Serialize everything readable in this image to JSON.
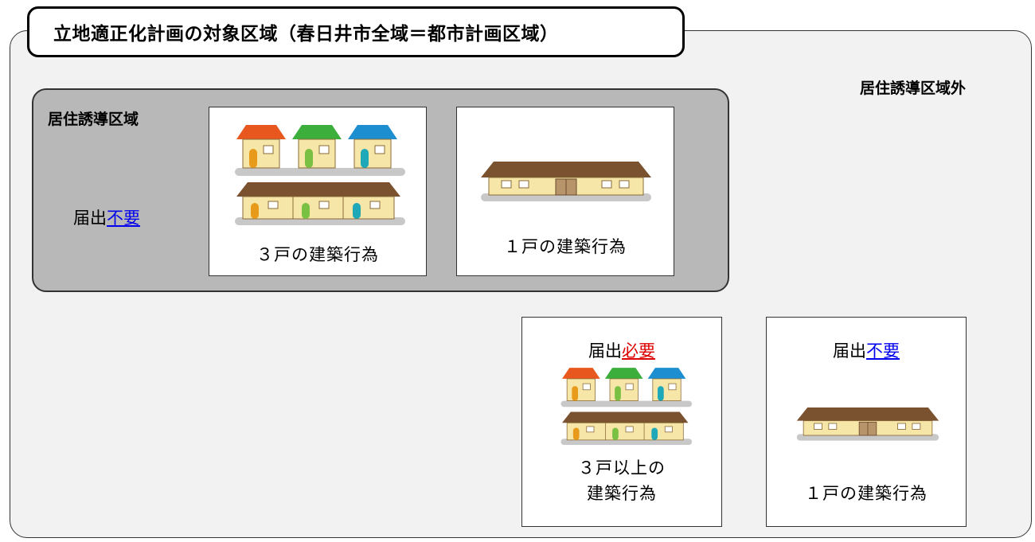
{
  "title": "立地適正化計画の対象区域（春日井市全域＝都市計画区域）",
  "outside_zone": {
    "label": "居住誘導区域外",
    "multi_card": {
      "notice_prefix": "届出",
      "notice_status": "必要",
      "caption_line1": "３戸以上の",
      "caption_line2": "建築行為"
    },
    "single_card": {
      "notice_prefix": "届出",
      "notice_status": "不要",
      "caption": "１戸の建築行為"
    }
  },
  "inside_zone": {
    "label": "居住誘導区域",
    "notice_prefix": "届出",
    "notice_status": "不要",
    "multi_card": {
      "caption": "３戸の建築行為"
    },
    "single_card": {
      "caption": "１戸の建築行為"
    }
  },
  "colors": {
    "required": "#dd0000",
    "not_required": "#0000ee",
    "roof_orange": "#e8581e",
    "roof_green": "#3cae3c",
    "roof_blue": "#1d8fd0",
    "roof_brown": "#7a5230"
  },
  "icons": {
    "three_houses": "detached-houses-icon",
    "row_house": "row-house-icon",
    "long_house": "single-long-house-icon"
  }
}
